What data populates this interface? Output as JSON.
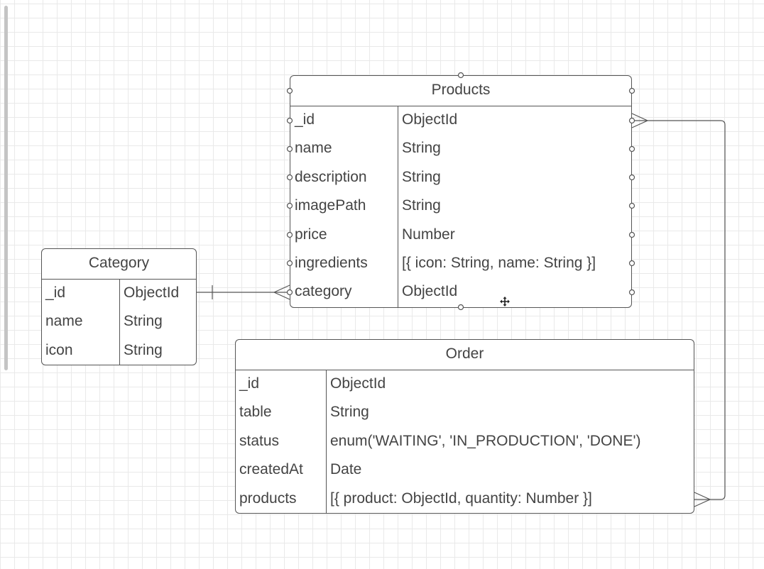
{
  "entities": {
    "products": {
      "title": "Products",
      "fields": [
        {
          "name": "_id",
          "type": "ObjectId"
        },
        {
          "name": "name",
          "type": "String"
        },
        {
          "name": "description",
          "type": "String"
        },
        {
          "name": "imagePath",
          "type": "String"
        },
        {
          "name": "price",
          "type": "Number"
        },
        {
          "name": "ingredients",
          "type": "[{ icon: String, name: String }]"
        },
        {
          "name": "category",
          "type": "ObjectId"
        }
      ]
    },
    "category": {
      "title": "Category",
      "fields": [
        {
          "name": "_id",
          "type": "ObjectId"
        },
        {
          "name": "name",
          "type": "String"
        },
        {
          "name": "icon",
          "type": "String"
        }
      ]
    },
    "order": {
      "title": "Order",
      "fields": [
        {
          "name": "_id",
          "type": "ObjectId"
        },
        {
          "name": "table",
          "type": "String"
        },
        {
          "name": "status",
          "type": "enum('WAITING', 'IN_PRODUCTION', 'DONE')"
        },
        {
          "name": "createdAt",
          "type": "Date"
        },
        {
          "name": "products",
          "type": "[{ product: ObjectId, quantity: Number }]"
        }
      ]
    }
  },
  "relationships": [
    {
      "from": "category._id",
      "from_cardinality": "one",
      "to": "products.category",
      "to_cardinality": "many"
    },
    {
      "from": "products._id",
      "from_cardinality": "many",
      "to": "order.products",
      "to_cardinality": "many"
    }
  ],
  "colors": {
    "line": "#555555",
    "text": "#444444",
    "grid": "#e9e9e9",
    "background": "#ffffff"
  },
  "icons": {
    "cursor": "move-cursor-icon"
  }
}
